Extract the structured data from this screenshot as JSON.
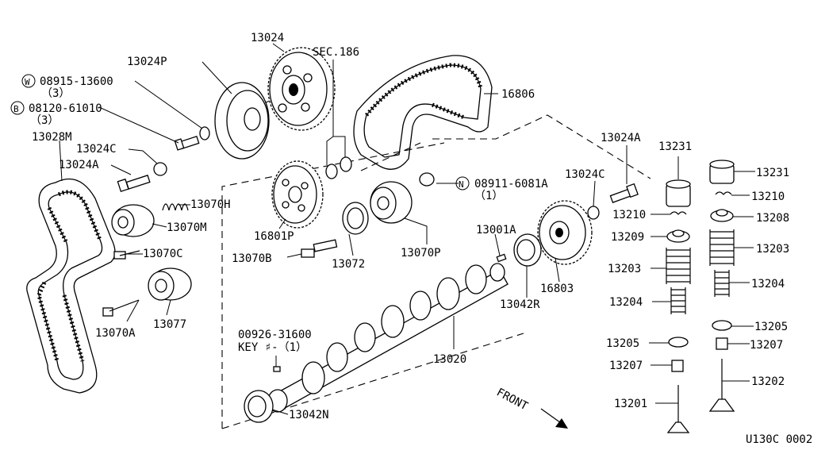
{
  "diagram": {
    "code": "U130C 0002",
    "front_label": "FRONT",
    "section_ref": "SEC.186",
    "key_note": {
      "part_no": "00926-31600",
      "label": "KEY  ♯-（1）"
    },
    "fasteners": {
      "w_symbol": "W",
      "w_part": "08915-13600",
      "w_qty": "（3）",
      "b_symbol": "B",
      "b_part": "08120-61010",
      "b_qty": "（3）",
      "n_symbol": "N",
      "n_part": "08911-6081A",
      "n_qty": "（1）"
    },
    "parts": {
      "p13024": "13024",
      "p13024P": "13024P",
      "p16806": "16806",
      "p13028M": "13028M",
      "p13024C_left": "13024C",
      "p13024A_left": "13024A",
      "p13070H": "13070H",
      "p13070M": "13070M",
      "p13070C": "13070C",
      "p13070A": "13070A",
      "p13077": "13077",
      "p16801P": "16801P",
      "p13070B": "13070B",
      "p13072": "13072",
      "p13070P": "13070P",
      "p13024A_right": "13024A",
      "p13024C_right": "13024C",
      "p13231_left": "13231",
      "p13231_right": "13231",
      "p13210_left": "13210",
      "p13210_right": "13210",
      "p13208": "13208",
      "p13209": "13209",
      "p13203_left": "13203",
      "p13203_right": "13203",
      "p13204_left": "13204",
      "p13204_right": "13204",
      "p13205_left": "13205",
      "p13205_right": "13205",
      "p13207_left": "13207",
      "p13207_right": "13207",
      "p13201": "13201",
      "p13202": "13202",
      "p13001A": "13001A",
      "p16803": "16803",
      "p13042R": "13042R",
      "p13020": "13020",
      "p13042N": "13042N"
    }
  }
}
